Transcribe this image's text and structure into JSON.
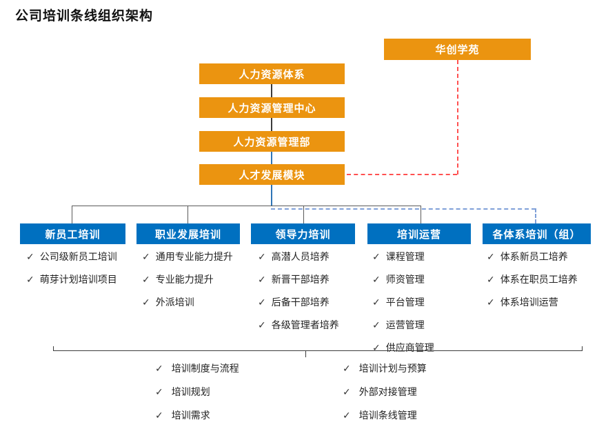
{
  "title": "公司培训条线组织架构",
  "check_glyph": "✓",
  "colors": {
    "node_orange": "#EB9410",
    "node_blue": "#0070C0",
    "dashed_red": "#FF5050",
    "dashed_blue": "#7E9FD8",
    "connector_gray": "#595959",
    "connector_blue": "#2E75B6"
  },
  "academy": {
    "label": "华创学苑"
  },
  "hierarchy": [
    "人力资源体系",
    "人力资源管理中心",
    "人力资源管理部",
    "人才发展模块"
  ],
  "departments": [
    {
      "label": "新员工培训",
      "items": [
        "公司级新员工培训",
        "萌芽计划培训项目"
      ]
    },
    {
      "label": "职业发展培训",
      "items": [
        "通用专业能力提升",
        "专业能力提升",
        "外派培训"
      ]
    },
    {
      "label": "领导力培训",
      "items": [
        "高潜人员培养",
        "新晋干部培养",
        "后备干部培养",
        "各级管理者培养"
      ]
    },
    {
      "label": "培训运营",
      "items": [
        "课程管理",
        "师资管理",
        "平台管理",
        "运营管理",
        "供应商管理"
      ]
    },
    {
      "label": "各体系培训（组）",
      "items": [
        "体系新员工培养",
        "体系在职员工培养",
        "体系培训运营"
      ]
    }
  ],
  "footer": {
    "left_items": [
      "培训制度与流程",
      "培训规划",
      "培训需求"
    ],
    "right_items": [
      "培训计划与预算",
      "外部对接管理",
      "培训条线管理"
    ]
  }
}
